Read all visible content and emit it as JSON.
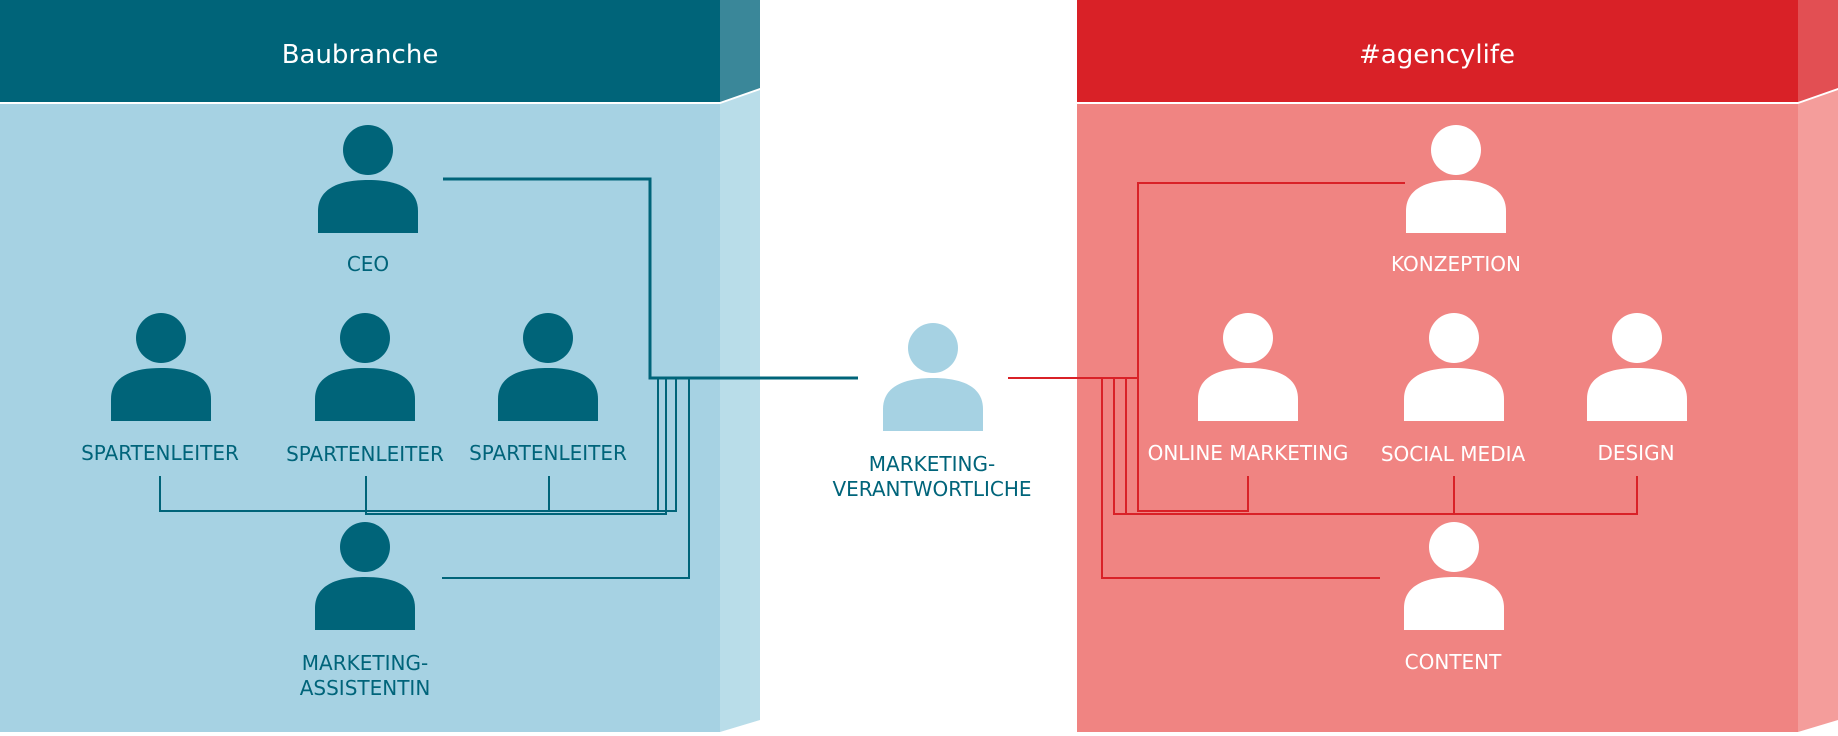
{
  "colors": {
    "blue_dark": "#006479",
    "blue_light": "#a6d2e3",
    "blue_side": "#b9dde9",
    "red": "#d92127",
    "red_light": "#f08482",
    "red_side": "#f49d9b"
  },
  "left_box": {
    "title": "Baubranche",
    "ceo": "CEO",
    "spartenleiter_1": "SPARTENLEITER",
    "spartenleiter_2": "SPARTENLEITER",
    "spartenleiter_3": "SPARTENLEITER",
    "assistant_line1": "MARKETING-",
    "assistant_line2": "ASSISTENTIN"
  },
  "center": {
    "line1": "MARKETING-",
    "line2": "VERANTWORTLICHE"
  },
  "right_box": {
    "title": "#agencylife",
    "konzeption": "KONZEPTION",
    "online_marketing": "ONLINE MARKETING",
    "social_media": "SOCIAL MEDIA",
    "design": "DESIGN",
    "content": "CONTENT"
  }
}
